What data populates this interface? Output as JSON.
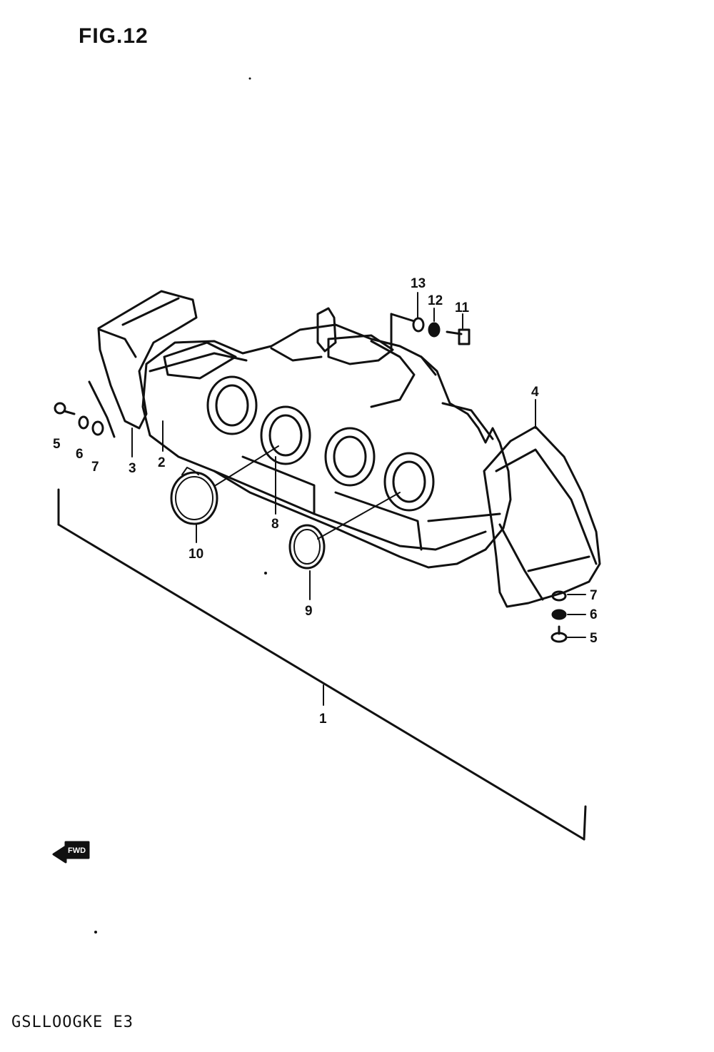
{
  "figure": {
    "title": "FIG.12",
    "model_code": "GSLLOOGKE E3"
  },
  "fwd_indicator": {
    "text": "FWD",
    "icon": "forward-arrow-icon"
  },
  "callouts": {
    "c1": "1",
    "c2": "2",
    "c3": "3",
    "c4": "4",
    "c5_left": "5",
    "c6_left": "6",
    "c7_left": "7",
    "c5_right": "5",
    "c6_right": "6",
    "c7_right": "7",
    "c8": "8",
    "c9": "9",
    "c10": "10",
    "c11": "11",
    "c12": "12",
    "c13": "13"
  }
}
